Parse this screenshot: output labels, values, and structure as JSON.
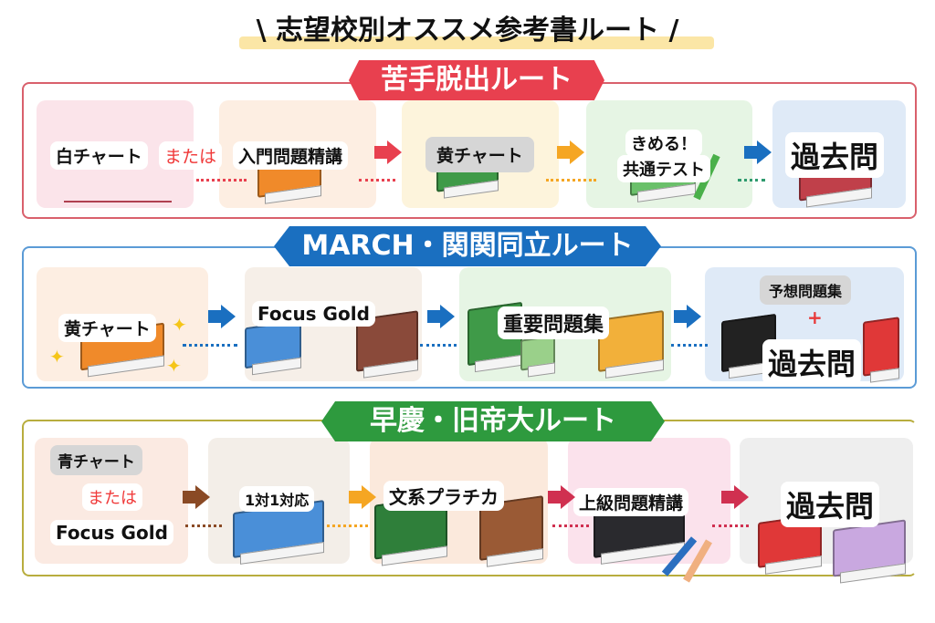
{
  "title": "\\ 志望校別オススメ参考書ルート /",
  "routes": [
    {
      "name": "苦手脱出ルート",
      "color": "#e8404f",
      "steps": [
        "白チャート",
        "または",
        "入門問題精講",
        "黄チャート",
        "きめる！",
        "共通テスト",
        "過去問"
      ]
    },
    {
      "name": "MARCH・関関同立ルート",
      "color": "#1a6fc0",
      "steps": [
        "黄チャート",
        "Focus Gold",
        "重要問題集",
        "予想問題集",
        "過去問"
      ]
    },
    {
      "name": "早慶・旧帝大ルート",
      "color": "#2e9a3e",
      "steps": [
        "青チャート",
        "または",
        "Focus Gold",
        "1対1対応",
        "文系プラチカ",
        "上級問題精講",
        "過去問"
      ]
    }
  ],
  "plus_sign": "+"
}
